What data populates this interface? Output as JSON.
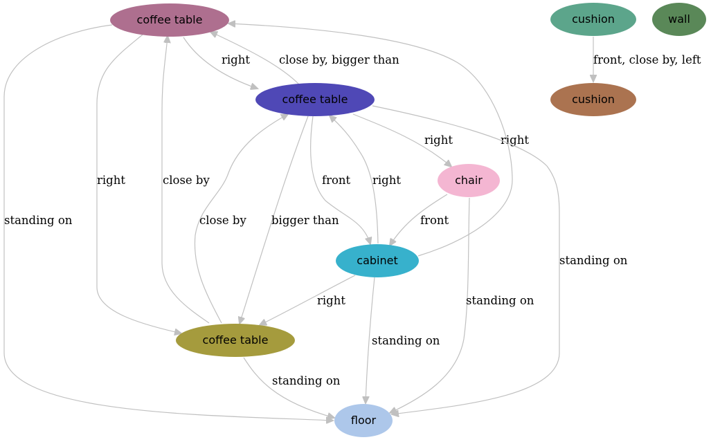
{
  "nodes": {
    "coffee_table_1": {
      "label": "coffee table",
      "color": "#ae6f8f"
    },
    "coffee_table_2": {
      "label": "coffee table",
      "color": "#4f48b6"
    },
    "coffee_table_3": {
      "label": "coffee table",
      "color": "#a59b3d"
    },
    "cushion_1": {
      "label": "cushion",
      "color": "#5ca58b"
    },
    "cushion_2": {
      "label": "cushion",
      "color": "#ab7350"
    },
    "wall": {
      "label": "wall",
      "color": "#5a8858"
    },
    "chair": {
      "label": "chair",
      "color": "#f4b6d2"
    },
    "cabinet": {
      "label": "cabinet",
      "color": "#37b1cc"
    },
    "floor": {
      "label": "floor",
      "color": "#adc7ea"
    }
  },
  "edges": {
    "ct1_ct2_right": "right",
    "ct2_ct1_closeby_bigger": "close by, bigger than",
    "ct1_floor_standing": "standing on",
    "ct1_ct3_right": "right",
    "ct3_ct1_closeby": "close by",
    "ct3_ct2_closeby": "close by",
    "ct2_ct3_bigger": "bigger than",
    "ct2_cabinet_front": "front",
    "cabinet_ct2_right": "right",
    "ct2_chair_right": "right",
    "cabinet_ct1_right": "right",
    "ct2_floor_standing": "standing on",
    "chair_cabinet_front": "front",
    "chair_floor_standing": "standing on",
    "cabinet_ct3_right": "right",
    "cabinet_floor_standing": "standing on",
    "ct3_floor_standing": "standing on",
    "cushion1_cushion2": "front, close by, left"
  }
}
